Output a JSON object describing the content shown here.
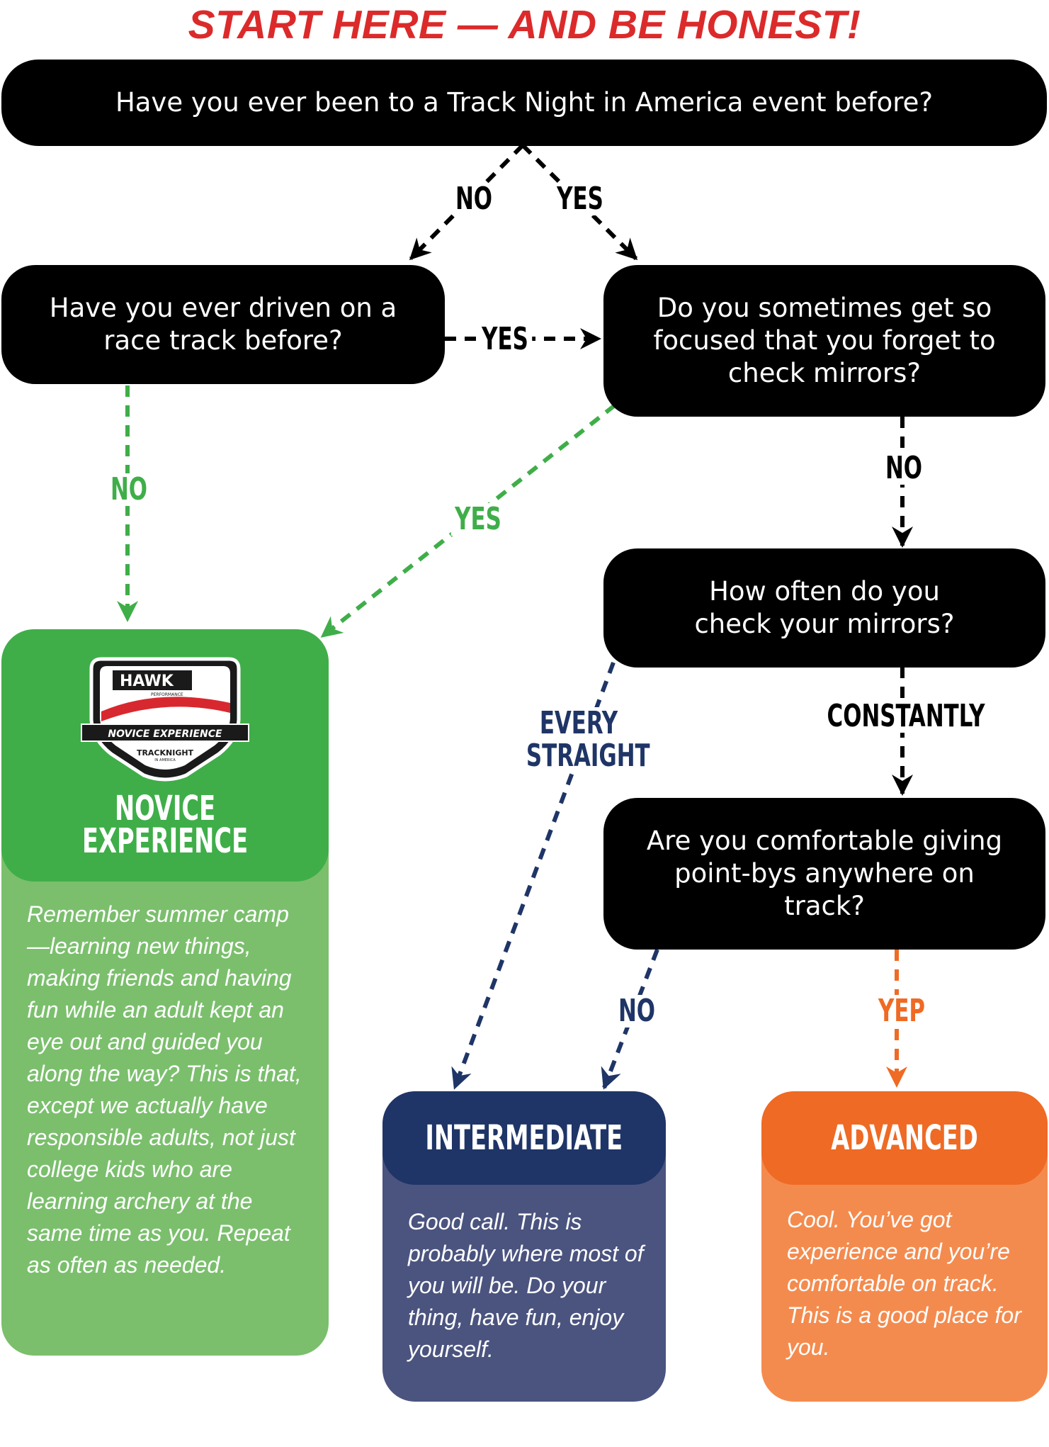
{
  "title": "START HERE — AND BE HONEST!",
  "colors": {
    "question_bg": "#000000",
    "title_red": "#dc2a2a",
    "novice_green": "#3fae49",
    "novice_body": "#7bbf6d",
    "intermediate_navy": "#1f3567",
    "intermediate_body": "#4b547f",
    "advanced_orange": "#ef6a24",
    "advanced_body": "#f48b4e"
  },
  "questions": {
    "q1": "Have you ever been to a Track Night in America event before?",
    "q2": "Have you ever driven on a race track before?",
    "q3": "Do you sometimes get so focused that you forget to check mirrors?",
    "q4": "How often do you check your mirrors?",
    "q5": "Are you comfortable giving point-bys anywhere on track?"
  },
  "edges": {
    "q1_no": "NO",
    "q1_yes": "YES",
    "q2_yes": "YES",
    "q2_no": "NO",
    "q3_yes": "YES",
    "q3_no": "NO",
    "q4_every_line1": "EVERY",
    "q4_every_line2": "STRAIGHT",
    "q4_constantly": "CONSTANTLY",
    "q5_no": "NO",
    "q5_yep": "YEP"
  },
  "results": {
    "novice": {
      "name_line1": "NOVICE",
      "name_line2": "EXPERIENCE",
      "description": "Remember summer camp—learning new things, making friends and having fun while an adult kept an eye out and guided you along the way? This is that, except we actually have responsible adults, not just college kids who are learning archery at the same time as you. Repeat as often as needed."
    },
    "intermediate": {
      "name": "INTERMEDIATE",
      "description": "Good call. This is probably where most of you will be. Do your thing, have fun, enjoy yourself."
    },
    "advanced": {
      "name": "ADVANCED",
      "description": "Cool. You’ve got experience and you’re comfortable on track. This is a good place for you."
    }
  },
  "badge": {
    "brand": "HAWK",
    "brand_sub": "PERFORMANCE",
    "program": "NOVICE EXPERIENCE",
    "partner": "TRACKNIGHT",
    "partner_sub": "IN AMERICA"
  }
}
